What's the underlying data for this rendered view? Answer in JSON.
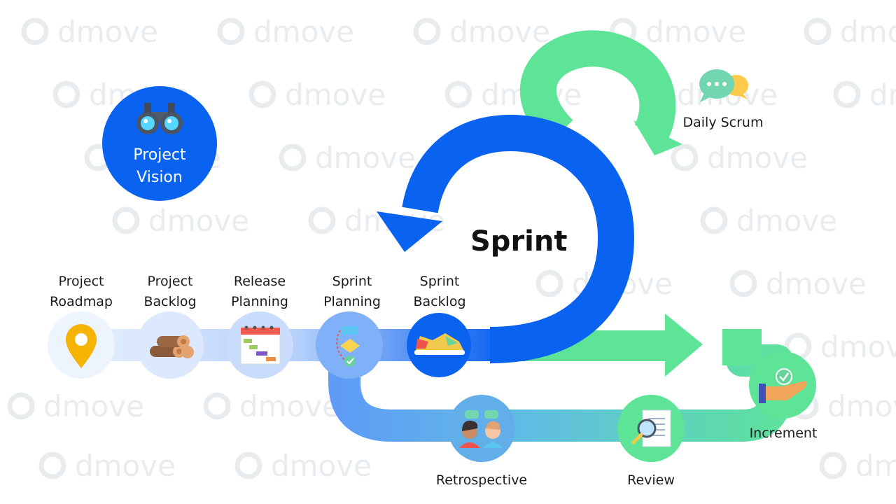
{
  "watermark": "dmove",
  "vision": {
    "line1": "Project",
    "line2": "Vision",
    "icon": "binoculars-icon"
  },
  "sprint": {
    "title": "Sprint"
  },
  "daily_scrum": {
    "label": "Daily Scrum",
    "icon": "chat-bubbles-icon"
  },
  "steps": [
    {
      "line1": "Project",
      "line2": "Roadmap",
      "icon": "location-pin-icon"
    },
    {
      "line1": "Project",
      "line2": "Backlog",
      "icon": "logs-icon"
    },
    {
      "line1": "Release",
      "line2": "Planning",
      "icon": "gantt-calendar-icon"
    },
    {
      "line1": "Sprint",
      "line2": "Planning",
      "icon": "flowchart-icon"
    },
    {
      "line1": "Sprint",
      "line2": "Backlog",
      "icon": "sneaker-icon"
    }
  ],
  "retrospective": {
    "label": "Retrospective",
    "icon": "people-talking-icon"
  },
  "review": {
    "label": "Review",
    "icon": "document-magnifier-icon"
  },
  "increment": {
    "label": "Increment",
    "icon": "hand-check-icon"
  },
  "colors": {
    "primary_blue": "#0a62f0",
    "green": "#5ee497",
    "light_blue": "#cfe0fb",
    "mid_blue": "#6aa1f7"
  }
}
